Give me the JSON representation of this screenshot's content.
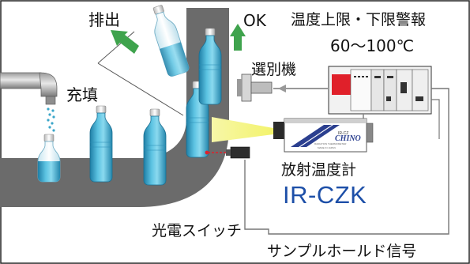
{
  "labels": {
    "eject": "排出",
    "ok": "OK",
    "temp_alarm_title": "温度上限・下限警報",
    "temp_alarm_range": "60〜100℃",
    "sorter": "選別機",
    "filling": "充填",
    "thermometer_name": "放射温度計",
    "thermometer_model": "IR-CZK",
    "photo_switch": "光電スイッチ",
    "sample_hold_signal": "サンプルホールド信号"
  },
  "device": {
    "brand": "CHINO",
    "model_small": "IR-CZ",
    "tagline": "RADIATION THERMOMETER",
    "made_in": "MADE IN JAPAN"
  },
  "colors": {
    "conveyor": "#6b6b6b",
    "bottle_water": "#3aa6c9",
    "arrow_green": "#3fa34d",
    "beam_yellow": "#ecec5a",
    "model_blue": "#1d4fa8",
    "alarm_red": "#e0202a"
  }
}
